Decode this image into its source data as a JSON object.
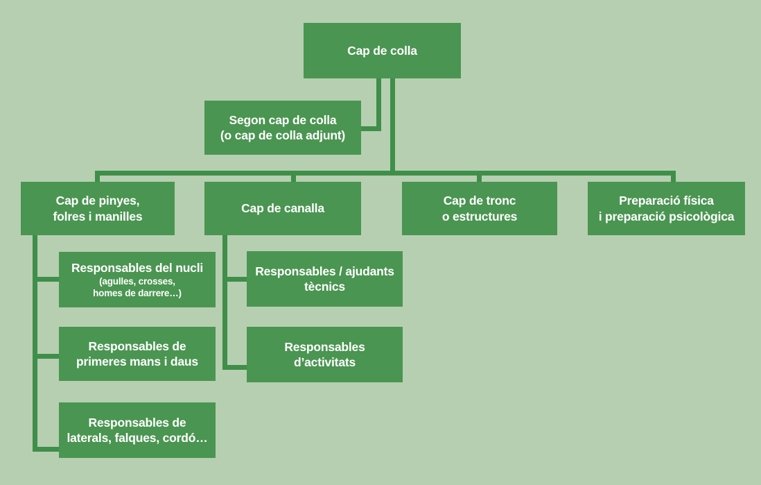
{
  "diagram": {
    "type": "org-chart",
    "language": "ca",
    "colors": {
      "background": "#b6cfb1",
      "box_fill": "#4a9551",
      "connector": "#3f8e49",
      "text": "#ffffff"
    },
    "nodes": {
      "cap_de_colla": {
        "lines": [
          "Cap de colla"
        ]
      },
      "segon_cap": {
        "lines": [
          "Segon cap de colla",
          "(o cap de colla adjunt)"
        ]
      },
      "cap_pinyes": {
        "lines": [
          "Cap de pinyes,",
          "folres i manilles"
        ]
      },
      "cap_canalla": {
        "lines": [
          "Cap de canalla"
        ]
      },
      "cap_tronc": {
        "lines": [
          "Cap de tronc",
          "o estructures"
        ]
      },
      "preparacio": {
        "lines": [
          "Preparació física",
          "i preparació psicològica"
        ]
      },
      "resp_nucli": {
        "lines": [
          "Responsables del nucli"
        ],
        "note": [
          "(agulles, crosses,",
          "homes de darrere…)"
        ]
      },
      "resp_primeres": {
        "lines": [
          "Responsables de",
          "primeres mans i daus"
        ]
      },
      "resp_laterals": {
        "lines": [
          "Responsables de",
          "laterals, falques, cordó…"
        ]
      },
      "resp_ajudants": {
        "lines": [
          "Responsables / ajudants",
          "tècnics"
        ]
      },
      "resp_activitats": {
        "lines": [
          "Responsables",
          "d’activitats"
        ]
      }
    },
    "edges": [
      {
        "from": "cap_de_colla",
        "to": "segon_cap"
      },
      {
        "from": "cap_de_colla",
        "to": "cap_pinyes"
      },
      {
        "from": "cap_de_colla",
        "to": "cap_canalla"
      },
      {
        "from": "cap_de_colla",
        "to": "cap_tronc"
      },
      {
        "from": "cap_de_colla",
        "to": "preparacio"
      },
      {
        "from": "cap_pinyes",
        "to": "resp_nucli"
      },
      {
        "from": "cap_pinyes",
        "to": "resp_primeres"
      },
      {
        "from": "cap_pinyes",
        "to": "resp_laterals"
      },
      {
        "from": "cap_canalla",
        "to": "resp_ajudants"
      },
      {
        "from": "cap_canalla",
        "to": "resp_activitats"
      }
    ]
  }
}
